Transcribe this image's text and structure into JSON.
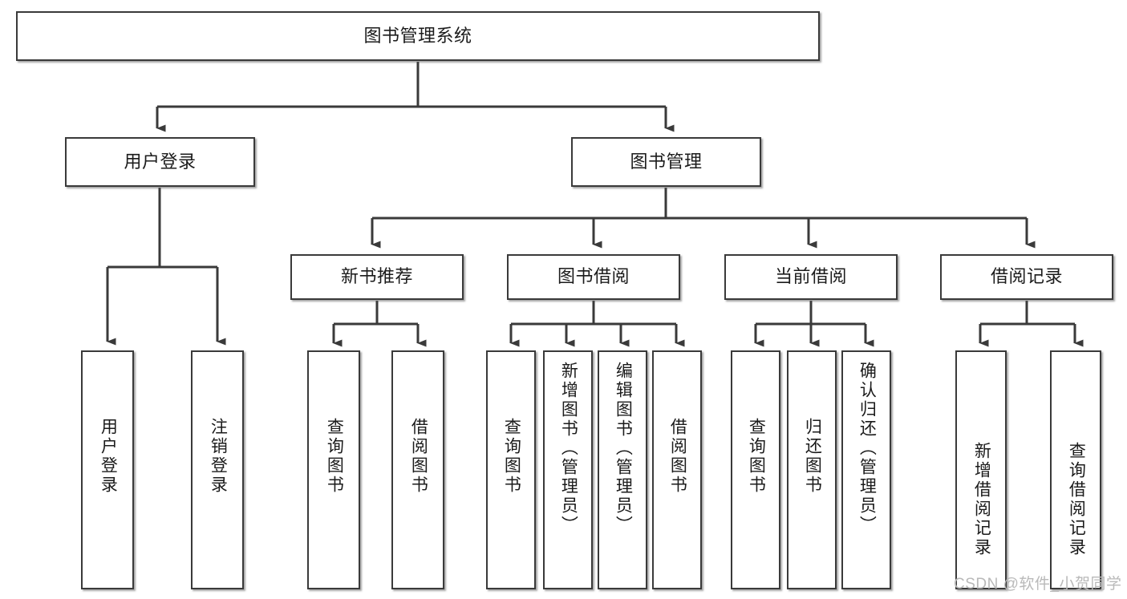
{
  "diagram": {
    "title": "图书管理系统",
    "type": "hierarchy-tree",
    "watermark": "CSDN @软件_小贺同学",
    "colors": {
      "box_border": "#3a3a3a",
      "box_fill": "#ffffff",
      "line": "#3a3a3a",
      "text": "#1b1b1b",
      "watermark": "#b9b9b9",
      "background": "#ffffff"
    },
    "root": {
      "label": "图书管理系统"
    },
    "level2": [
      {
        "id": "user-login",
        "label": "用户登录"
      },
      {
        "id": "book-management",
        "label": "图书管理"
      }
    ],
    "level3": [
      {
        "id": "new-book-recommend",
        "label": "新书推荐",
        "parent": "book-management"
      },
      {
        "id": "book-borrow",
        "label": "图书借阅",
        "parent": "book-management"
      },
      {
        "id": "current-borrow",
        "label": "当前借阅",
        "parent": "book-management"
      },
      {
        "id": "borrow-record",
        "label": "借阅记录",
        "parent": "book-management"
      }
    ],
    "leaves": [
      {
        "id": "leaf-user-login",
        "label": "用户登录",
        "parent": "user-login"
      },
      {
        "id": "leaf-logout-login",
        "label": "注销登录",
        "parent": "user-login"
      },
      {
        "id": "leaf-query-book-1",
        "label": "查询图书",
        "parent": "new-book-recommend"
      },
      {
        "id": "leaf-borrow-book-1",
        "label": "借阅图书",
        "parent": "new-book-recommend"
      },
      {
        "id": "leaf-query-book-2",
        "label": "查询图书",
        "parent": "book-borrow"
      },
      {
        "id": "leaf-add-book",
        "label": "新增图书（管理员）",
        "parent": "book-borrow"
      },
      {
        "id": "leaf-edit-book",
        "label": "编辑图书（管理员）",
        "parent": "book-borrow"
      },
      {
        "id": "leaf-borrow-book-2",
        "label": "借阅图书",
        "parent": "book-borrow"
      },
      {
        "id": "leaf-query-book-3",
        "label": "查询图书",
        "parent": "current-borrow"
      },
      {
        "id": "leaf-return-book",
        "label": "归还图书",
        "parent": "current-borrow"
      },
      {
        "id": "leaf-confirm-return",
        "label": "确认归还（管理员）",
        "parent": "current-borrow"
      },
      {
        "id": "leaf-add-record",
        "label": "新增借阅记录",
        "parent": "borrow-record"
      },
      {
        "id": "leaf-query-record",
        "label": "查询借阅记录",
        "parent": "borrow-record"
      }
    ]
  }
}
